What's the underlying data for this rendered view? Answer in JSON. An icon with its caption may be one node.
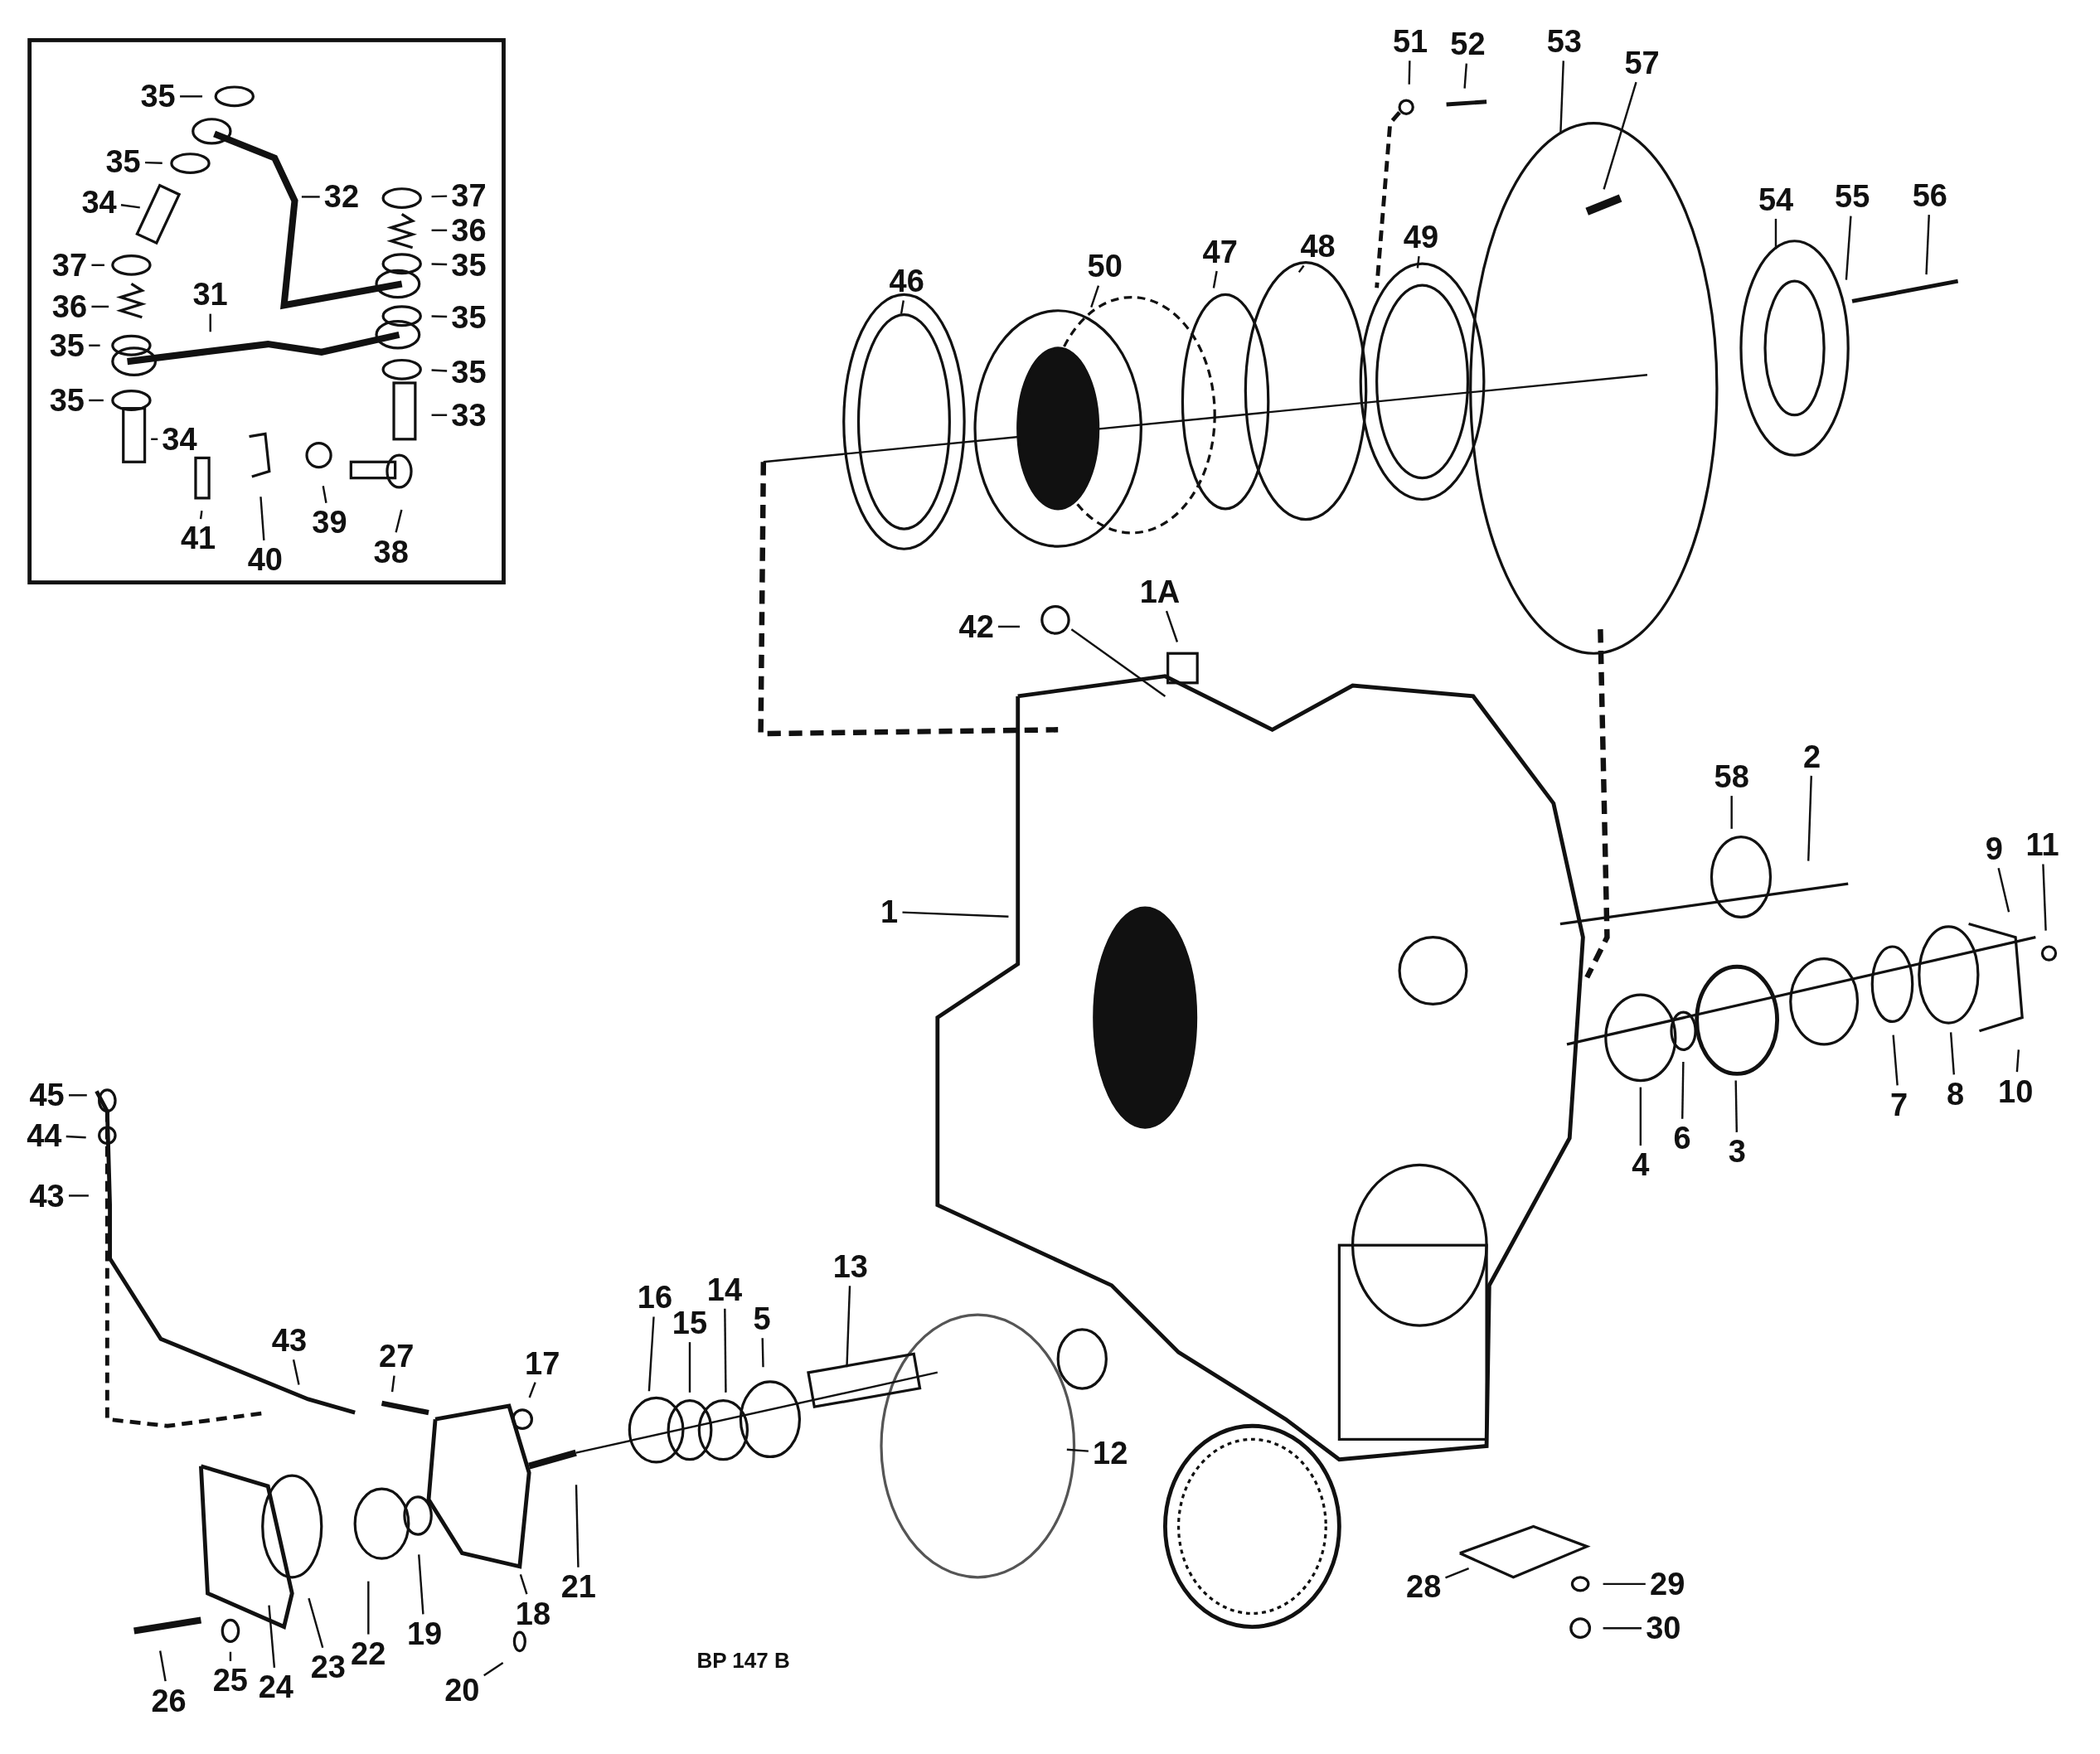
{
  "diagram": {
    "nodes": [
      {
        "text": [
          "35"
        ]
      },
      {
        "text": [
          "35"
        ]
      },
      {
        "text": [
          "34"
        ]
      },
      {
        "text": [
          "32"
        ]
      },
      {
        "text": [
          "37"
        ]
      },
      {
        "text": [
          "36"
        ]
      },
      {
        "text": [
          "35"
        ]
      },
      {
        "text": [
          "37"
        ]
      },
      {
        "text": [
          "36"
        ]
      },
      {
        "text": [
          "31"
        ]
      },
      {
        "text": [
          "35"
        ]
      },
      {
        "text": [
          "35"
        ]
      },
      {
        "text": [
          "35"
        ]
      },
      {
        "text": [
          "35"
        ]
      },
      {
        "text": [
          "33"
        ]
      },
      {
        "text": [
          "34"
        ]
      },
      {
        "text": [
          "41"
        ]
      },
      {
        "text": [
          "40"
        ]
      },
      {
        "text": [
          "39"
        ]
      },
      {
        "text": [
          "38"
        ]
      },
      {
        "text": [
          "51"
        ]
      },
      {
        "text": [
          "52"
        ]
      },
      {
        "text": [
          "53"
        ]
      },
      {
        "text": [
          "57"
        ]
      },
      {
        "text": [
          "46"
        ]
      },
      {
        "text": [
          "50"
        ]
      },
      {
        "text": [
          "47"
        ]
      },
      {
        "text": [
          "48"
        ]
      },
      {
        "text": [
          "49"
        ]
      },
      {
        "text": [
          "54"
        ]
      },
      {
        "text": [
          "55"
        ]
      },
      {
        "text": [
          "56"
        ]
      },
      {
        "text": [
          "42"
        ]
      },
      {
        "text": [
          "1A"
        ]
      },
      {
        "text": [
          "1"
        ]
      },
      {
        "text": [
          "58"
        ]
      },
      {
        "text": [
          "2"
        ]
      },
      {
        "text": [
          "9"
        ]
      },
      {
        "text": [
          "11"
        ]
      },
      {
        "text": [
          "4"
        ]
      },
      {
        "text": [
          "6"
        ]
      },
      {
        "text": [
          "3"
        ]
      },
      {
        "text": [
          "7"
        ]
      },
      {
        "text": [
          "8"
        ]
      },
      {
        "text": [
          "10"
        ]
      },
      {
        "text": [
          "45"
        ]
      },
      {
        "text": [
          "44"
        ]
      },
      {
        "text": [
          "43"
        ]
      },
      {
        "text": [
          "43"
        ]
      },
      {
        "text": [
          "27"
        ]
      },
      {
        "text": [
          "17"
        ]
      },
      {
        "text": [
          "16"
        ]
      },
      {
        "text": [
          "15"
        ]
      },
      {
        "text": [
          "14"
        ]
      },
      {
        "text": [
          "5"
        ]
      },
      {
        "text": [
          "13"
        ]
      },
      {
        "text": [
          "12"
        ]
      },
      {
        "text": [
          "28"
        ]
      },
      {
        "text": [
          "29"
        ]
      },
      {
        "text": [
          "30"
        ]
      },
      {
        "text": [
          "21"
        ]
      },
      {
        "text": [
          "18"
        ]
      },
      {
        "text": [
          "19"
        ]
      },
      {
        "text": [
          "22"
        ]
      },
      {
        "text": [
          "23"
        ]
      },
      {
        "text": [
          "24"
        ]
      },
      {
        "text": [
          "25"
        ]
      },
      {
        "text": [
          "26"
        ]
      },
      {
        "text": [
          "20"
        ]
      }
    ],
    "edges": [
      {
        "from": 0,
        "to": null,
        "arrow": "none"
      },
      {
        "from": 1,
        "to": null,
        "arrow": "none"
      },
      {
        "from": 2,
        "to": null,
        "arrow": "none"
      },
      {
        "from": 3,
        "to": null,
        "arrow": "none"
      },
      {
        "from": 4,
        "to": null,
        "arrow": "none"
      },
      {
        "from": 5,
        "to": null,
        "arrow": "none"
      },
      {
        "from": 6,
        "to": null,
        "arrow": "none"
      },
      {
        "from": 7,
        "to": null,
        "arrow": "none"
      },
      {
        "from": 8,
        "to": null,
        "arrow": "none"
      },
      {
        "from": 9,
        "to": null,
        "arrow": "none"
      },
      {
        "from": 10,
        "to": null,
        "arrow": "none"
      },
      {
        "from": 11,
        "to": null,
        "arrow": "none"
      },
      {
        "from": 12,
        "to": null,
        "arrow": "none"
      },
      {
        "from": 13,
        "to": null,
        "arrow": "none"
      },
      {
        "from": 14,
        "to": null,
        "arrow": "none"
      },
      {
        "from": 15,
        "to": null,
        "arrow": "none"
      },
      {
        "from": 16,
        "to": null,
        "arrow": "none"
      },
      {
        "from": 17,
        "to": null,
        "arrow": "none"
      },
      {
        "from": 18,
        "to": null,
        "arrow": "none"
      },
      {
        "from": 19,
        "to": null,
        "arrow": "none"
      },
      {
        "from": 20,
        "to": null,
        "arrow": "none"
      },
      {
        "from": 21,
        "to": null,
        "arrow": "none"
      },
      {
        "from": 22,
        "to": null,
        "arrow": "none"
      },
      {
        "from": 23,
        "to": null,
        "arrow": "none"
      },
      {
        "from": 24,
        "to": null,
        "arrow": "none"
      },
      {
        "from": 25,
        "to": null,
        "arrow": "none"
      },
      {
        "from": 26,
        "to": null,
        "arrow": "none"
      },
      {
        "from": 27,
        "to": null,
        "arrow": "none"
      },
      {
        "from": 28,
        "to": null,
        "arrow": "none"
      },
      {
        "from": 29,
        "to": null,
        "arrow": "none"
      },
      {
        "from": 30,
        "to": null,
        "arrow": "none"
      },
      {
        "from": 31,
        "to": null,
        "arrow": "none"
      },
      {
        "from": 32,
        "to": null,
        "arrow": "none"
      },
      {
        "from": 33,
        "to": null,
        "arrow": "none"
      },
      {
        "from": 34,
        "to": null,
        "arrow": "none"
      },
      {
        "from": 35,
        "to": null,
        "arrow": "none"
      },
      {
        "from": 36,
        "to": null,
        "arrow": "none"
      },
      {
        "from": 37,
        "to": null,
        "arrow": "none"
      },
      {
        "from": 38,
        "to": null,
        "arrow": "none"
      },
      {
        "from": 39,
        "to": null,
        "arrow": "none"
      },
      {
        "from": 40,
        "to": null,
        "arrow": "none"
      },
      {
        "from": 41,
        "to": null,
        "arrow": "none"
      },
      {
        "from": 42,
        "to": null,
        "arrow": "none"
      },
      {
        "from": 43,
        "to": null,
        "arrow": "none"
      },
      {
        "from": 44,
        "to": null,
        "arrow": "none"
      },
      {
        "from": 45,
        "to": null,
        "arrow": "none"
      },
      {
        "from": 46,
        "to": null,
        "arrow": "none"
      },
      {
        "from": 47,
        "to": null,
        "arrow": "none"
      },
      {
        "from": 48,
        "to": null,
        "arrow": "none"
      },
      {
        "from": 49,
        "to": null,
        "arrow": "none"
      },
      {
        "from": 50,
        "to": null,
        "arrow": "none"
      },
      {
        "from": 51,
        "to": null,
        "arrow": "none"
      },
      {
        "from": 52,
        "to": null,
        "arrow": "none"
      },
      {
        "from": 53,
        "to": null,
        "arrow": "none"
      },
      {
        "from": 54,
        "to": null,
        "arrow": "none"
      },
      {
        "from": 55,
        "to": null,
        "arrow": "none"
      },
      {
        "from": 56,
        "to": null,
        "arrow": "none"
      },
      {
        "from": 57,
        "to": null,
        "arrow": "none"
      },
      {
        "from": 58,
        "to": null,
        "arrow": "none"
      },
      {
        "from": 59,
        "to": null,
        "arrow": "none"
      },
      {
        "from": 60,
        "to": null,
        "arrow": "none"
      },
      {
        "from": 61,
        "to": null,
        "arrow": "none"
      },
      {
        "from": 62,
        "to": null,
        "arrow": "none"
      },
      {
        "from": 63,
        "to": null,
        "arrow": "none"
      },
      {
        "from": 64,
        "to": null,
        "arrow": "none"
      },
      {
        "from": 65,
        "to": null,
        "arrow": "none"
      },
      {
        "from": 66,
        "to": null,
        "arrow": "none"
      },
      {
        "from": 67,
        "to": null,
        "arrow": "none"
      },
      {
        "from": 68,
        "to": null,
        "arrow": "none"
      }
    ],
    "labels": [
      "BP 147 B"
    ]
  }
}
